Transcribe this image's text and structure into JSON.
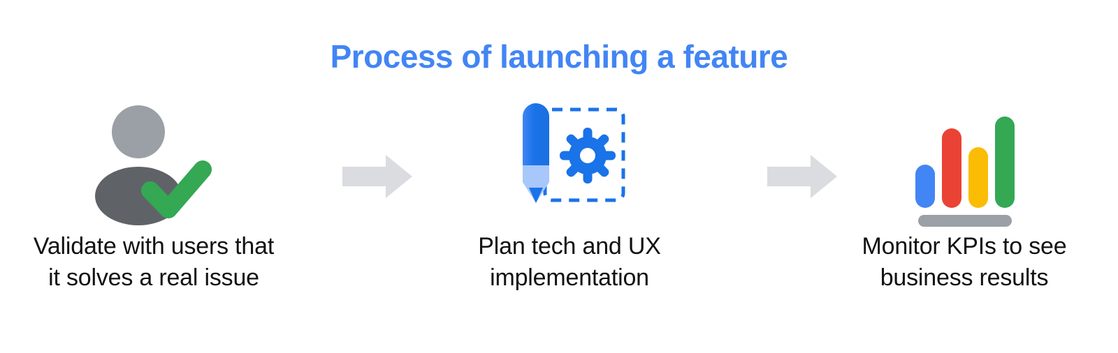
{
  "title": "Process of launching a feature",
  "theme": {
    "title_color": "#4285F4",
    "caption_color": "#111111",
    "background": "#ffffff",
    "arrow_color": "#DADCE0",
    "blue": "#1A73E8",
    "blue_light": "#4285F4",
    "blue_pale": "#A8C7FA",
    "green": "#34A853",
    "red": "#EA4335",
    "yellow": "#FBBC04",
    "gray_light": "#9AA0A6",
    "gray_dark": "#5F6368"
  },
  "steps": [
    {
      "id": "validate",
      "icon": "user-check-icon",
      "caption_line1": "Validate with users that",
      "caption_line2": "it solves a real issue"
    },
    {
      "id": "plan",
      "icon": "pen-gear-dashed-icon",
      "caption_line1": "Plan tech and UX",
      "caption_line2": "implementation"
    },
    {
      "id": "monitor",
      "icon": "bar-chart-icon",
      "caption_line1": "Monitor KPIs to see",
      "caption_line2": "business results"
    }
  ],
  "arrows": [
    {
      "id": "arrow-step1-to-step2",
      "direction": "right"
    },
    {
      "id": "arrow-step2-to-step3",
      "direction": "right"
    }
  ],
  "chart_icon_data": {
    "type": "bar",
    "categories": [
      "bar-1",
      "bar-2",
      "bar-3",
      "bar-4"
    ],
    "values": [
      46,
      84,
      62,
      100
    ],
    "colors": [
      "#4285F4",
      "#EA4335",
      "#FBBC04",
      "#34A853"
    ],
    "baseline_color": "#9AA0A6",
    "title": "",
    "xlabel": "",
    "ylabel": "",
    "ylim": [
      0,
      100
    ]
  }
}
